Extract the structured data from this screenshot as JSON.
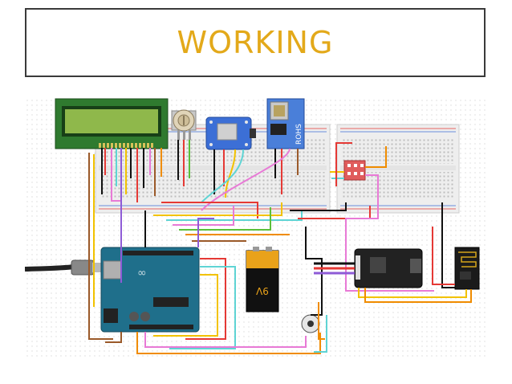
{
  "slide": {
    "title": "WORKING"
  },
  "diagram": {
    "labels": {
      "sim_module": "ROHS",
      "battery": "9V"
    },
    "components": [
      "lcd-display",
      "potentiometer",
      "gps-module",
      "sim-module",
      "breadboard-left",
      "breadboard-right",
      "level-shifter",
      "arduino-uno",
      "battery-9v",
      "audio-module",
      "nrf24-module",
      "vibration-motor",
      "usb-cable"
    ],
    "colors": {
      "breadboard": "#f2f2f2",
      "lcd_screen": "#8fb84b",
      "arduino": "#1f6f8b",
      "gps": "#3c6fd6",
      "wire_red": "#e53935",
      "wire_black": "#111111",
      "wire_yellow": "#f2c200",
      "wire_orange": "#f08c00",
      "wire_pink": "#e87ad6",
      "wire_cyan": "#5fd4d4",
      "wire_green": "#5cbf3a",
      "wire_purple": "#8e5bd6",
      "wire_brown": "#9b5a2a"
    }
  }
}
